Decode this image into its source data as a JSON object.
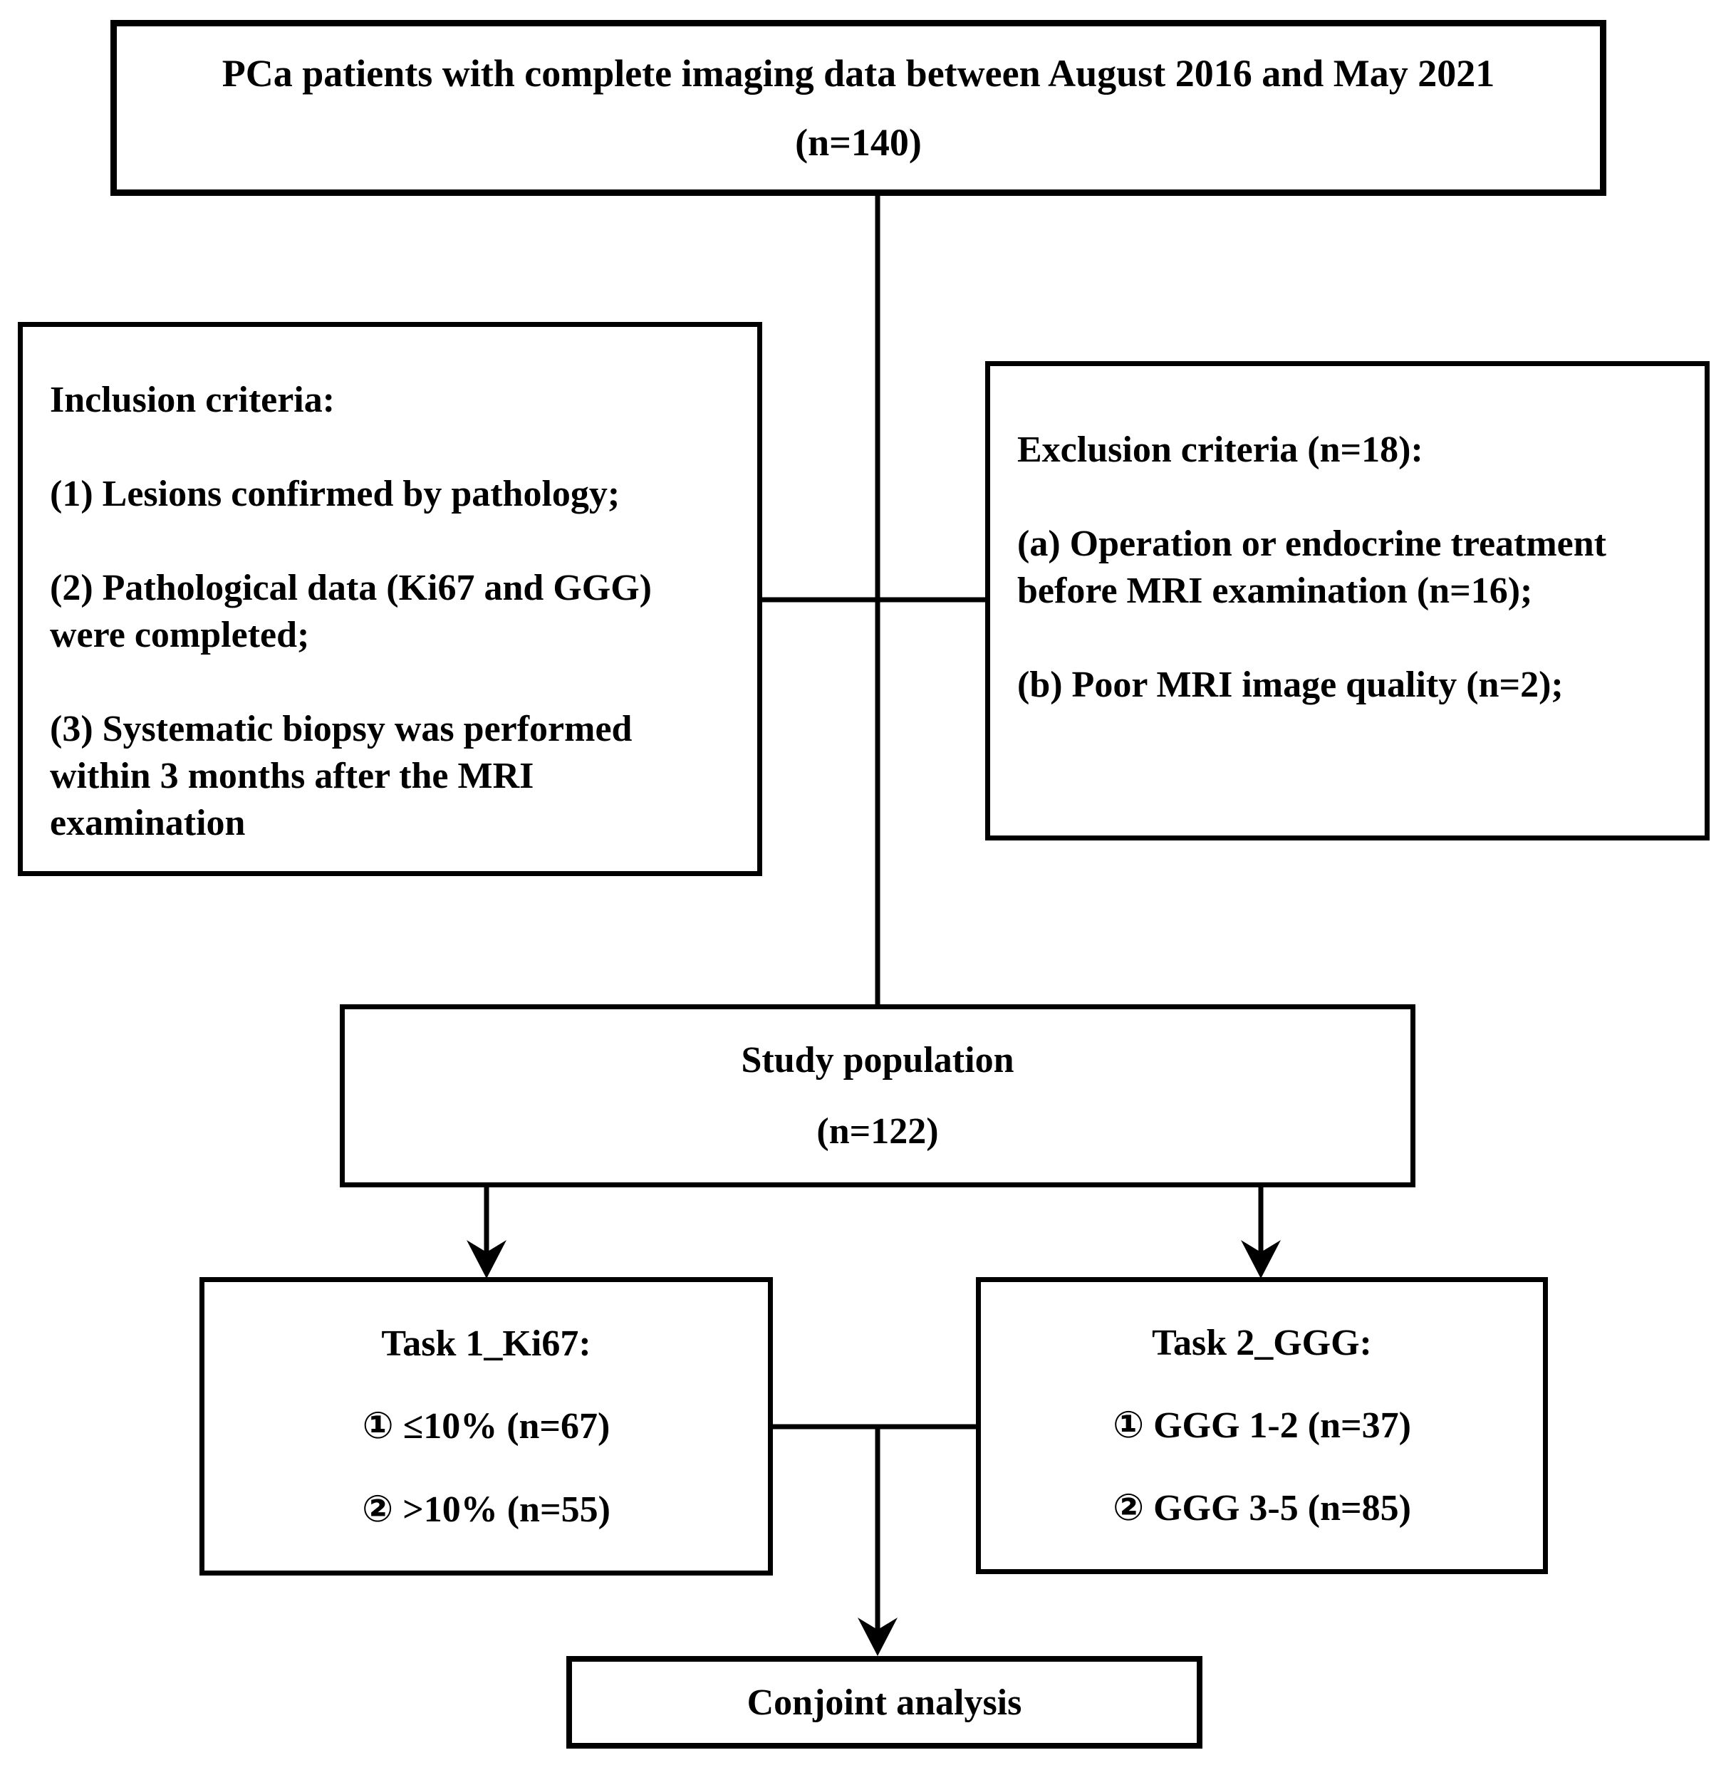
{
  "top_box": {
    "line1": "PCa patients with complete imaging data between August 2016 and May 2021",
    "line2": "(n=140)"
  },
  "inclusion_box": {
    "title": "Inclusion criteria:",
    "item1": "(1) Lesions confirmed by pathology;",
    "item2": "(2) Pathological data (Ki67 and GGG)\nwere completed;",
    "item3": "(3) Systematic biopsy was performed\nwithin 3 months after the MRI\nexamination"
  },
  "exclusion_box": {
    "title": "Exclusion criteria (n=18):",
    "item_a": "(a) Operation or endocrine treatment\nbefore MRI examination (n=16);",
    "item_b": "(b) Poor MRI image quality (n=2);"
  },
  "study_population_box": {
    "line1": "Study population",
    "line2": "(n=122)"
  },
  "task1_box": {
    "title": "Task 1_Ki67:",
    "item1": "① ≤10% (n=67)",
    "item2": "② >10% (n=55)"
  },
  "task2_box": {
    "title": "Task 2_GGG:",
    "item1": "① GGG 1-2 (n=37)",
    "item2": "② GGG 3-5 (n=85)"
  },
  "conjoint_box": {
    "label": "Conjoint analysis"
  },
  "colors": {
    "line": "#000000",
    "background": "#ffffff",
    "text": "#000000"
  }
}
